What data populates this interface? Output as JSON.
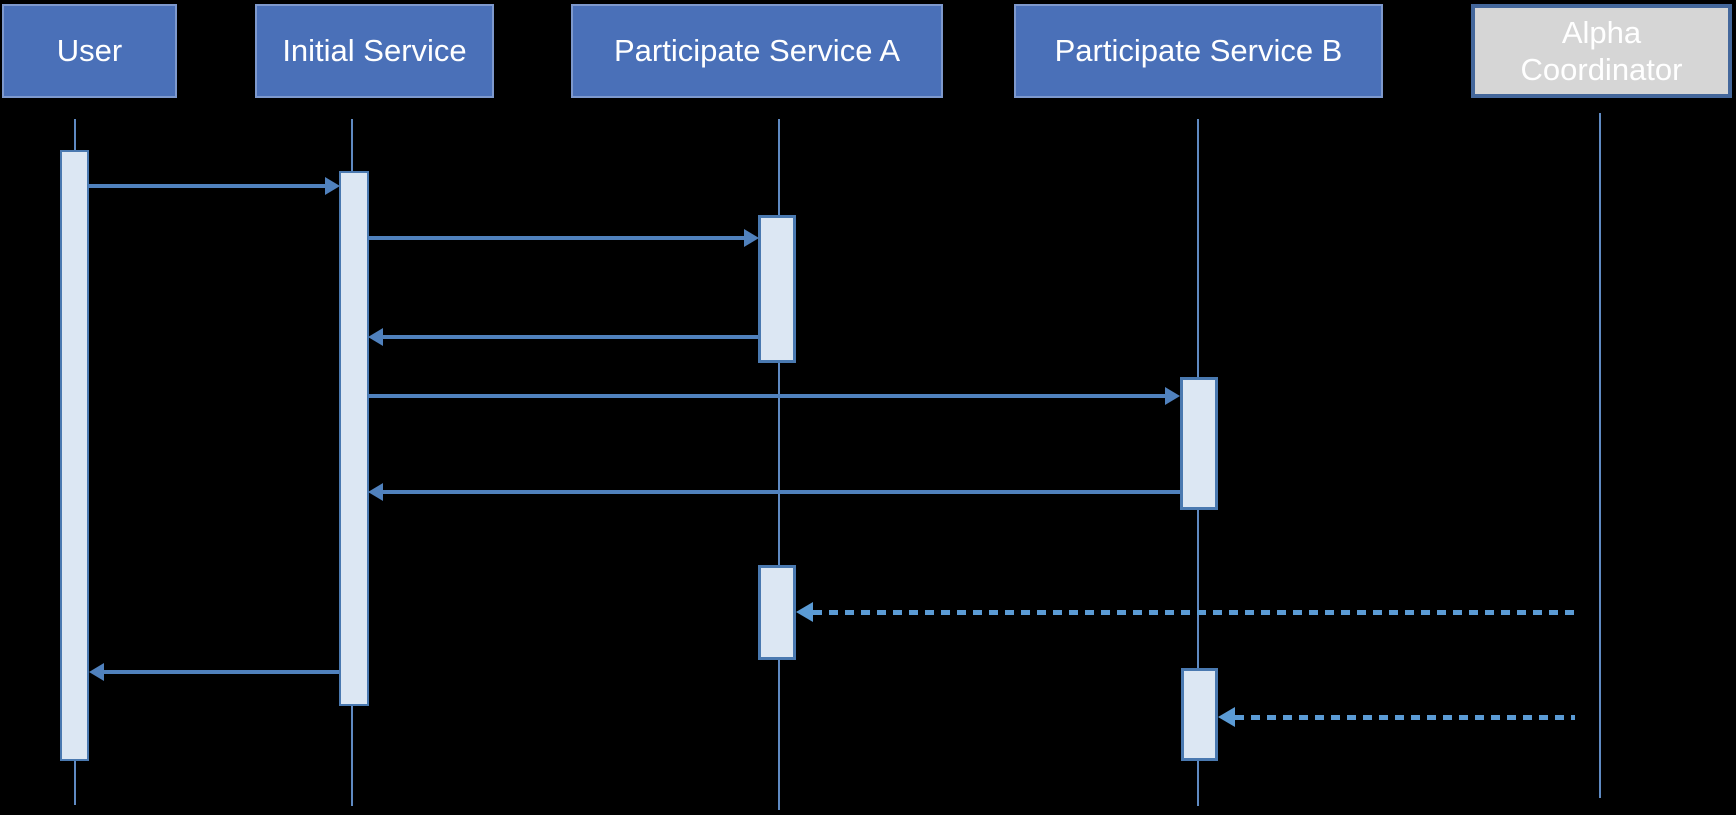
{
  "diagram": {
    "title": "",
    "background": "#000000",
    "participants": [
      {
        "label": "User",
        "kind": "service"
      },
      {
        "label": "Initial Service",
        "kind": "service"
      },
      {
        "label": "Participate Service A",
        "kind": "service"
      },
      {
        "label": "Participate Service B",
        "kind": "service"
      },
      {
        "label": "Alpha Coordinator",
        "kind": "coordinator"
      }
    ],
    "messages": [
      {
        "name": "user-to-initial-service",
        "style": "solid",
        "direction": "right"
      },
      {
        "name": "initial-service-to-participate-a",
        "style": "solid",
        "direction": "right"
      },
      {
        "name": "participate-a-to-initial-service-return",
        "style": "solid",
        "direction": "left"
      },
      {
        "name": "initial-service-to-participate-b",
        "style": "solid",
        "direction": "right"
      },
      {
        "name": "participate-b-to-initial-service-return",
        "style": "solid",
        "direction": "left"
      },
      {
        "name": "initial-service-to-user-return",
        "style": "solid",
        "direction": "left"
      },
      {
        "name": "coordinator-to-participate-a",
        "style": "dashed",
        "direction": "left"
      },
      {
        "name": "coordinator-to-participate-b",
        "style": "dashed",
        "direction": "left"
      }
    ],
    "colors": {
      "participant_fill": "#4a70b8",
      "participant_border": "#7e99cd",
      "coordinator_fill": "#d6d6d6",
      "coordinator_border": "#44679b",
      "label_text": "#ffffff",
      "lifeline": "#5f8ac2",
      "activation_fill": "#dce7f3",
      "activation_border": "#4a79b0",
      "solid_arrow": "#5081bd",
      "dashed_arrow": "#5b9bd5"
    }
  }
}
